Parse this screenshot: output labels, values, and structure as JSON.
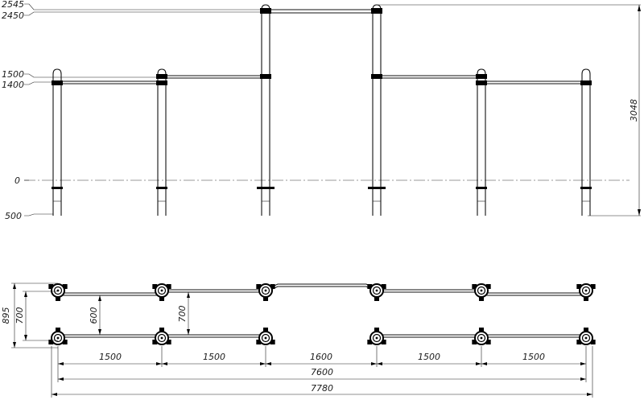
{
  "elevation": {
    "levels": [
      {
        "label": "2545"
      },
      {
        "label": "2450"
      },
      {
        "label": "1500"
      },
      {
        "label": "1400"
      },
      {
        "label": "0"
      },
      {
        "label": "500"
      }
    ],
    "overall_height_label": "3048"
  },
  "plan": {
    "depth_labels": {
      "overall": "895",
      "outer": "700",
      "inner_left": "600",
      "inner_right": "700"
    },
    "span_labels": [
      "1500",
      "1500",
      "1600",
      "1500",
      "1500"
    ],
    "total_axes_label": "7600",
    "overall_length_label": "7780"
  }
}
